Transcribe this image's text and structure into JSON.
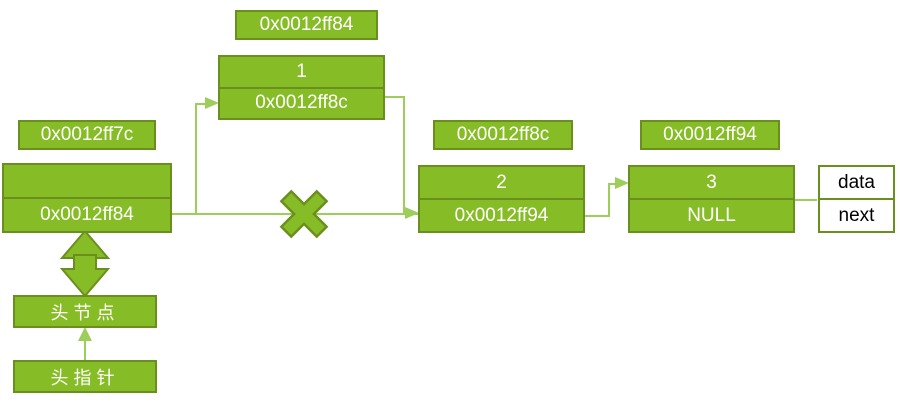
{
  "diagram": {
    "title": "Linked list node address diagram",
    "colors": {
      "node_fill": "#86bc25",
      "node_border": "#6b8f1f",
      "connector": "#9dcd5a",
      "text_on_node": "#ffffff",
      "legend_text": "#000000"
    },
    "address_tags": [
      {
        "name": "head-node-address",
        "text": "0x0012ff7c"
      },
      {
        "name": "node1-address",
        "text": "0x0012ff84"
      },
      {
        "name": "node2-address",
        "text": "0x0012ff8c"
      },
      {
        "name": "node3-address",
        "text": "0x0012ff94"
      }
    ],
    "nodes": [
      {
        "name": "head-node",
        "data": "",
        "next": "0x0012ff84"
      },
      {
        "name": "node-1",
        "data": "1",
        "next": "0x0012ff8c"
      },
      {
        "name": "node-2",
        "data": "2",
        "next": "0x0012ff94"
      },
      {
        "name": "node-3",
        "data": "3",
        "next": "NULL"
      }
    ],
    "legend": {
      "data_label": "data",
      "next_label": "next"
    },
    "annotations": {
      "head_node_label": "头节点",
      "head_pointer_label": "头指针",
      "broken_link_marker": "✕"
    }
  }
}
